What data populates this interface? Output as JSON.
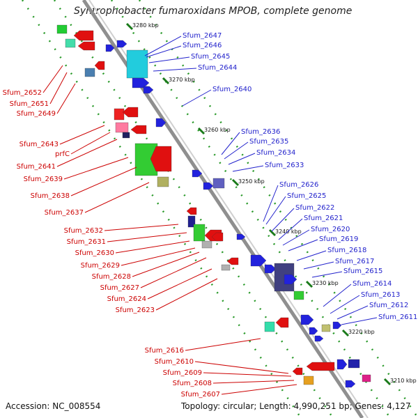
{
  "title": "Syntrophobacter fumaroxidans MPOB, complete genome",
  "footer": {
    "accession": "Accession: NC_008554",
    "summary": "Topology: circular; Length: 4,990,251 bp; Genes: 4,127"
  },
  "colors": {
    "forward_label": "#2222cc",
    "reverse_label": "#cc0000",
    "backbone": "#9a9a9a"
  },
  "kbp_marks": [
    "3280 kbp",
    "3270 kbp",
    "3260 kbp",
    "3250 kbp",
    "3240 kbp",
    "3230 kbp",
    "3220 kbp",
    "3210 kbp"
  ],
  "forward_genes": [
    "Sfum_2647",
    "Sfum_2646",
    "Sfum_2645",
    "Sfum_2644",
    "Sfum_2640",
    "Sfum_2636",
    "Sfum_2635",
    "Sfum_2634",
    "Sfum_2633",
    "Sfum_2626",
    "Sfum_2625",
    "Sfum_2622",
    "Sfum_2621",
    "Sfum_2620",
    "Sfum_2619",
    "Sfum_2618",
    "Sfum_2617",
    "Sfum_2615",
    "Sfum_2614",
    "Sfum_2613",
    "Sfum_2612",
    "Sfum_2611"
  ],
  "reverse_genes": [
    "Sfum_2652",
    "Sfum_2651",
    "Sfum_2649",
    "Sfum_2643",
    "prfC",
    "Sfum_2641",
    "Sfum_2639",
    "Sfum_2638",
    "Sfum_2637",
    "Sfum_2632",
    "Sfum_2631",
    "Sfum_2630",
    "Sfum_2629",
    "Sfum_2628",
    "Sfum_2627",
    "Sfum_2624",
    "Sfum_2623",
    "Sfum_2616",
    "Sfum_2610",
    "Sfum_2609",
    "Sfum_2608",
    "Sfum_2607"
  ]
}
